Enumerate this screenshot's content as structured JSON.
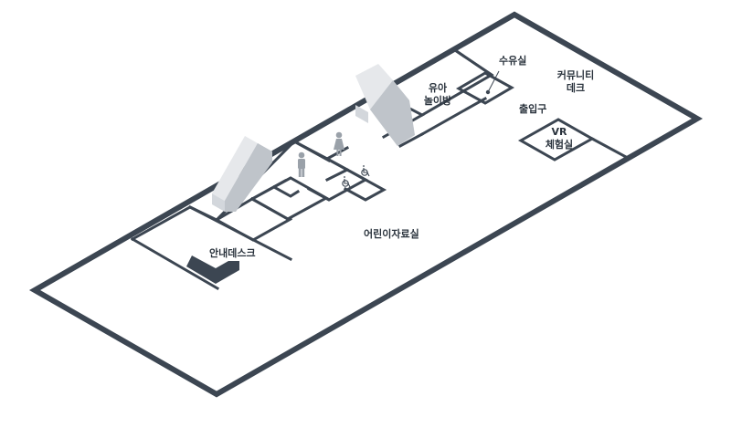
{
  "map": {
    "rooms": {
      "info_desk": "안내데스크",
      "children_reading_room": "어린이자료실",
      "nursing_room": "수유실",
      "kids_playroom_line1": "유아",
      "kids_playroom_line2": "놀이방",
      "entrance": "출입구",
      "community_deck_line1": "커뮤니티",
      "community_deck_line2": "데크",
      "vr_room_line1": "VR",
      "vr_room_line2": "체험실"
    },
    "icons": {
      "male_restroom": "male-person-icon",
      "female_restroom": "female-person-icon",
      "accessible_restroom": "wheelchair-icon",
      "stairs": "stairs-icon"
    },
    "colors": {
      "wall": "#3c4652",
      "stairs_light": "#e6e8eb",
      "stairs_dark": "#bfc4ca",
      "person_icon": "#9aa1a9",
      "desk": "#3c4652"
    }
  }
}
